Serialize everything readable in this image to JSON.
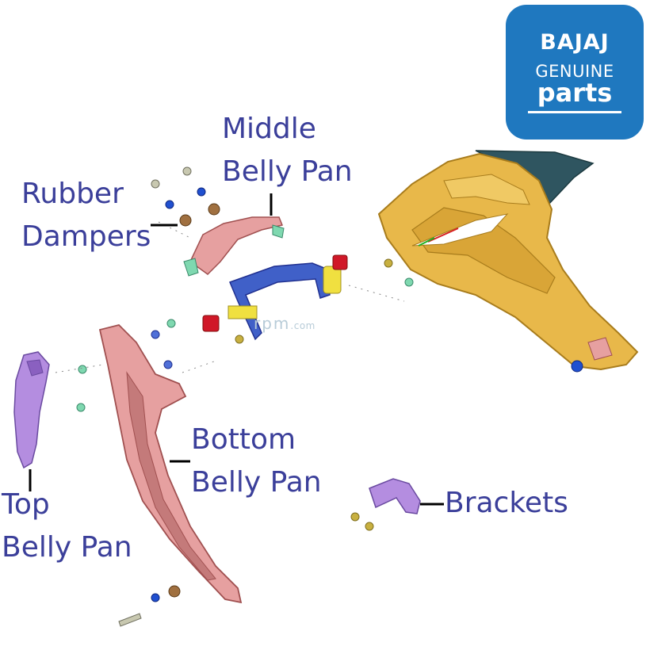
{
  "logo": {
    "brand": "BAJAJ",
    "line2": "GENUINE",
    "line3": "parts",
    "color": "#1f78bf"
  },
  "watermark": {
    "main": "rpm",
    "suffix": ".com"
  },
  "labels": {
    "middle_belly_pan_line1": "Middle",
    "middle_belly_pan_line2": "Belly Pan",
    "rubber_dampers_line1": "Rubber",
    "rubber_dampers_line2": "Dampers",
    "bottom_belly_pan_line1": "Bottom",
    "bottom_belly_pan_line2": "Belly Pan",
    "top_belly_pan_line1": "Top",
    "top_belly_pan_line2": "Belly Pan",
    "brackets": "Brackets"
  },
  "colors": {
    "label_text": "#3b3f9a",
    "fairing": "#e8b84a",
    "pink_part": "#e6a0a0",
    "purple_part": "#b48de0",
    "blue_bracket": "#4060c8",
    "yellow_mount": "#f0e040",
    "red_damper": "#d01828"
  }
}
